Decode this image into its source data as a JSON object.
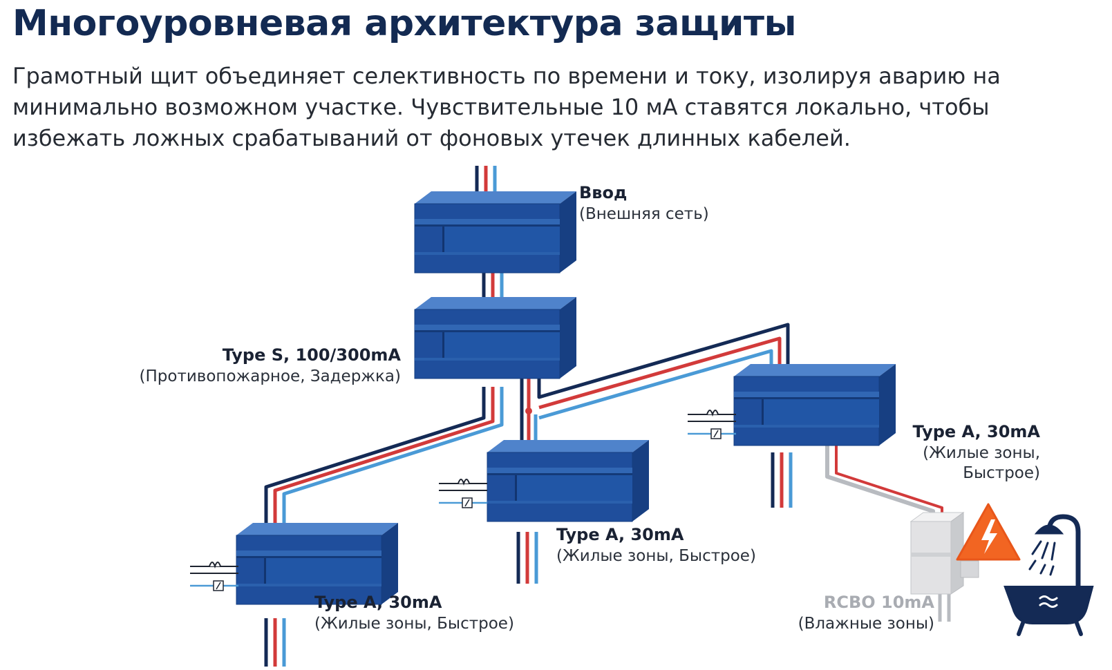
{
  "title": "Многоуровневая архитектура защиты",
  "description_lines": [
    "Грамотный щит объединяет селективность по времени и току, изолируя аварию на",
    "минимально возможном участке. Чувствительные 10 мА ставятся локально, чтобы",
    "избежать ложных срабатываний от фоновых утечек длинных кабелей."
  ],
  "nodes": {
    "input": {
      "name": "Ввод",
      "note": "(Внешняя сеть)"
    },
    "main_rcd": {
      "name": "Type S, 100/300mA",
      "note": "(Противопожарное, Задержка)"
    },
    "rcd_left": {
      "name": "Type A, 30mA",
      "note": "(Жилые зоны, Быстрое)"
    },
    "rcd_middle": {
      "name": "Type A, 30mA",
      "note": "(Жилые зоны, Быстрое)"
    },
    "rcd_right": {
      "name": "Type A, 30mA",
      "note_line1": "(Жилые зоны,",
      "note_line2": "Быстрое)"
    },
    "rcbo": {
      "name": "RCBO 10mA",
      "note": "(Влажные зоны)"
    }
  },
  "icons": {
    "warning": "high-voltage-warning-icon",
    "bath": "bathtub-shower-icon",
    "leakage": "leakage-current-symbol-icon"
  },
  "colors": {
    "title": "#132a52",
    "module": "#1f4e9c",
    "wire_phase": "#d23a3a",
    "wire_neutral": "#4a9ad6",
    "wire_dark": "#142a55",
    "rcbo": "#e2e2e4",
    "warning": "#f26522"
  }
}
